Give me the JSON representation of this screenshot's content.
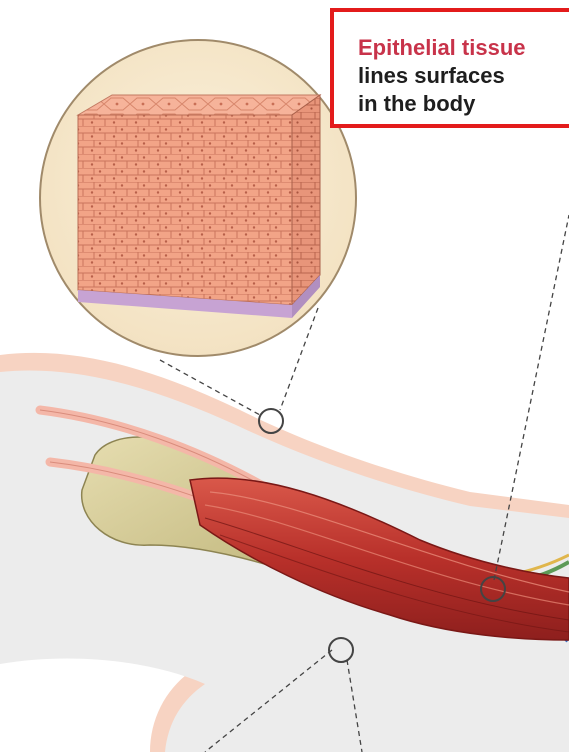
{
  "label": {
    "lines": [
      "Epithelial tissue",
      "lines surfaces",
      "in the body"
    ]
  },
  "colors": {
    "label_border": "#e31b1b",
    "label_accent": "#c8334a",
    "label_text": "#1e1e1e",
    "skin": "#f7d3c2",
    "body_fill": "#ececec",
    "muscle": "#c0392b",
    "bone": "#d8d09a",
    "epithelium": "#f2a487",
    "nerve": "#3a6fc4"
  }
}
